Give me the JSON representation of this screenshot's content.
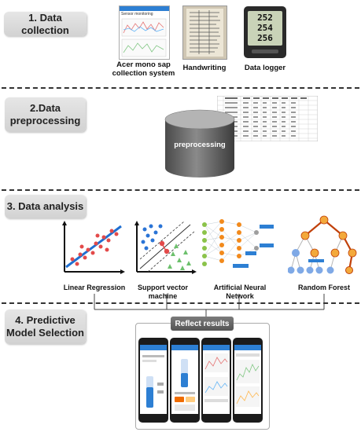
{
  "steps": {
    "s1": "1. Data collection",
    "s2_line1": "2.Data",
    "s2_line2": "preprocessing",
    "s3": "3. Data analysis",
    "s4_line1": "4. Predictive",
    "s4_line2": "Model Selection"
  },
  "collection": {
    "item1_line1": "Acer mono sap",
    "item1_line2": "collection system",
    "item2": "Handwriting",
    "item3": "Data logger",
    "logger_readings": [
      "252",
      "254",
      "256"
    ],
    "phone_title": "Sensor monitoring"
  },
  "preprocessing": {
    "cylinder_label": "preprocessing"
  },
  "analysis": {
    "m1": "Linear Regression",
    "m2": "Support vector machine",
    "m3": "Artificial Neural Network",
    "m4": "Random Forest"
  },
  "results": {
    "label": "Reflect results"
  },
  "colors": {
    "step_box": "#d9d9d9",
    "regression_points": "#e34a4a",
    "regression_line": "#1f6fd1",
    "svm_blue": "#2a74d6",
    "svm_green": "#6cc06c",
    "ann_orange": "#f28a1c",
    "ann_green": "#8bc34a",
    "forest_orange": "#f3a93b",
    "forest_blue": "#7fa9e6",
    "forest_path": "#c1410b"
  }
}
